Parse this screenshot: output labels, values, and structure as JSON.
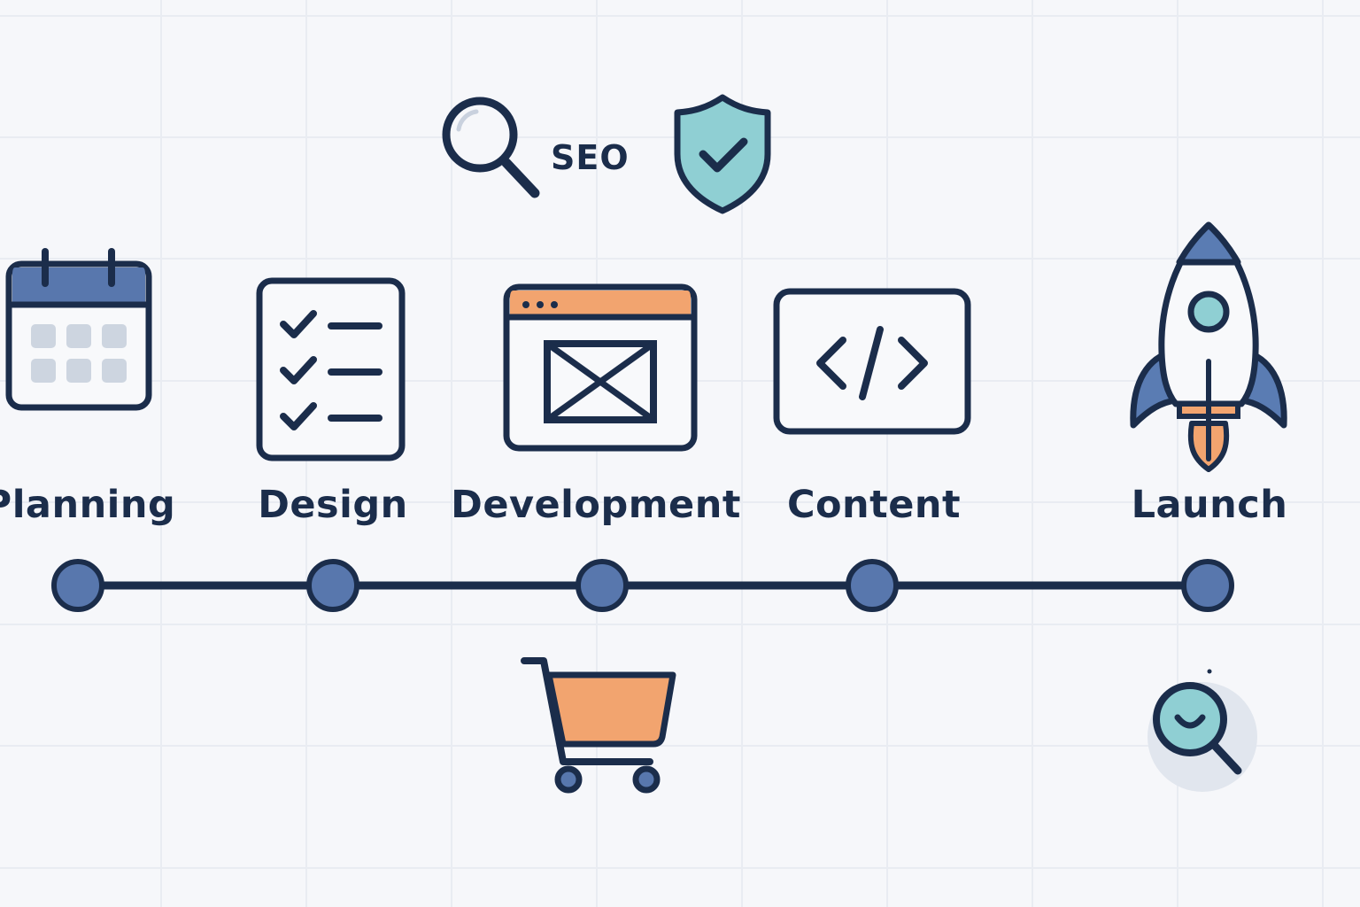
{
  "seo_label": "SEO",
  "stages": [
    {
      "label": "Planning",
      "icon": "calendar-icon"
    },
    {
      "label": "Design",
      "icon": "checklist-icon"
    },
    {
      "label": "Development",
      "icon": "browser-window-icon"
    },
    {
      "label": "Content",
      "icon": "code-icon"
    },
    {
      "label": "Launch",
      "icon": "rocket-icon"
    }
  ],
  "extra_icons": [
    "magnifier-icon",
    "shield-check-icon",
    "shopping-cart-icon",
    "search-badge-icon"
  ],
  "colors": {
    "background": "#f6f7fa",
    "ink": "#1b2d4b",
    "node_fill": "#5877ad",
    "accent_blue": "#5a7cb3",
    "accent_orange": "#f2a46f",
    "accent_teal": "#8fcfd3",
    "muted_tile": "#cdd5e0"
  }
}
